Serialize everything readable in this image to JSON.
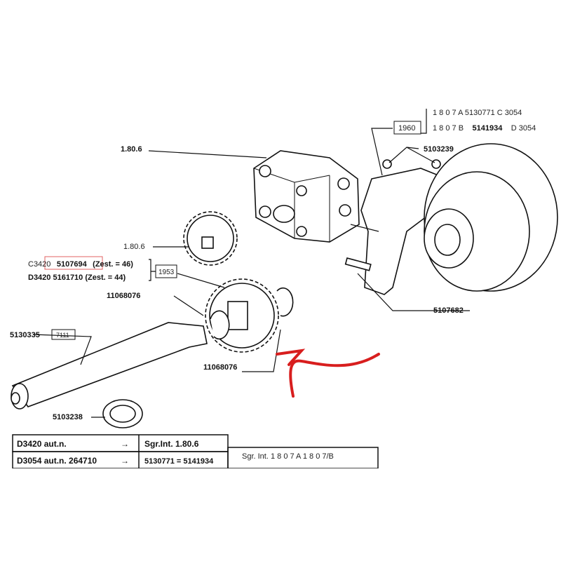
{
  "labels": {
    "top_gear_ref": "1.80.6",
    "pin_ref": "5103239",
    "group_box": "1960",
    "variant_a": "1 8 0 7  A  5130771  C 3054",
    "variant_b_prefix": "1 8 0 7  B",
    "variant_b_part": "5141934",
    "variant_b_suffix": "D 3054",
    "gear_ref": "1.80.6",
    "c3420_prefix": "C3420",
    "c3420_part": "5107694",
    "c3420_note": "(Zest. = 46)",
    "d3420_line": "D3420 5161710 (Zest. = 44)",
    "group_1953": "1953",
    "circlip_ref_1": "11068076",
    "shaft_ref": "5130335",
    "shaft_box": "7111",
    "circlip_ref_2": "11068076",
    "bearing_ref": "5103238",
    "bracket_ref": "5107682"
  },
  "table": {
    "rows": [
      {
        "left": "D3420 aut.n.",
        "arrow": "→",
        "right": "Sgr.Int. 1.80.6"
      },
      {
        "left": "D3054 aut.n. 264710",
        "arrow": "→",
        "right": "5130771 = 5141934"
      }
    ],
    "side_header": "Sgr. Int.  1 8 0 7 A      1 8 0 7/B"
  },
  "colors": {
    "highlight_box": "#e06060",
    "arrow": "#d81e1e"
  }
}
